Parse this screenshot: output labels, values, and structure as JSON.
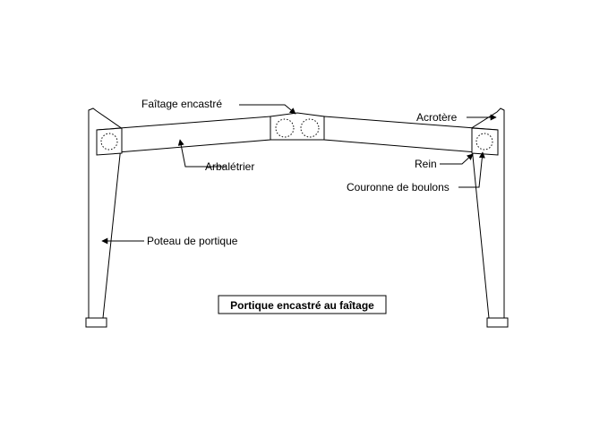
{
  "labels": {
    "faitage": "Faîtage encastré",
    "acrotere": "Acrotère",
    "arbaletrier": "Arbalétrier",
    "rein": "Rein",
    "couronne": "Couronne de boulons",
    "poteau": "Poteau de portique"
  },
  "caption": "Portique encastré au faîtage"
}
